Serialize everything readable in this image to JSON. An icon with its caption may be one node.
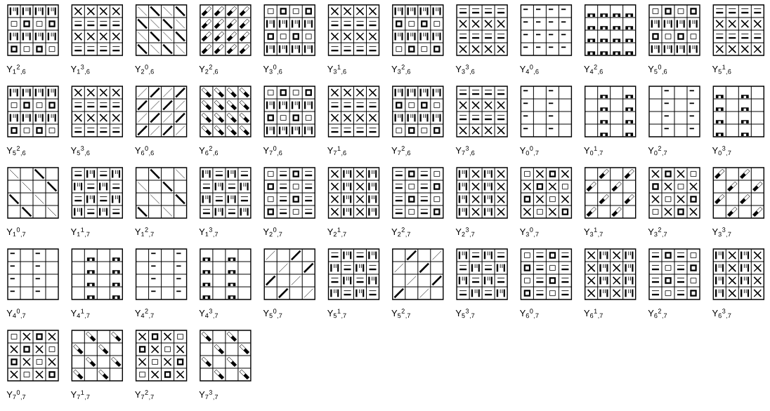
{
  "diagram": {
    "labels": [
      "Y$_{1}$$^{2}$$_{,6}$",
      "Y$_{1}$$^{3}$$_{,6}$",
      "Y$_{2}$$^{0}$$_{,6}$",
      "Y$_{2}$$^{2}$$_{,6}$",
      "Y$_{3}$$^{0}$$_{,6}$",
      "Y$_{3}$$^{1}$$_{,6}$",
      "Y$_{3}$$^{2}$$_{,6}$",
      "Y$_{3}$$^{3}$$_{,6}$",
      "Y$_{4}$$^{0}$$_{,6}$",
      "Y$_{4}$$^{2}$$_{,6}$",
      "Y$_{5}$$^{0}$$_{,6}$",
      "Y$_{5}$$^{1}$$_{,6}$",
      "Y$_{5}$$^{2}$$_{,6}$",
      "Y$_{5}$$^{3}$$_{,6}$",
      "Y$_{6}$$^{0}$$_{,6}$",
      "Y$_{6}$$^{2}$$_{,6}$",
      "Y$_{7}$$^{0}$$_{,6}$",
      "Y$_{7}$$^{1}$$_{,6}$",
      "Y$_{7}$$^{2}$$_{,6}$",
      "Y$_{7}$$^{3}$$_{,6}$",
      "Y$_{0}$$^{0}$$_{,7}$",
      "Y$_{0}$$^{1}$$_{,7}$",
      "Y$_{0}$$^{2}$$_{,7}$",
      "Y$_{0}$$^{3}$$_{,7}$",
      "Y$_{1}$$^{0}$$_{,7}$",
      "Y$_{1}$$^{1}$$_{,7}$",
      "Y$_{1}$$^{2}$$_{,7}$",
      "Y$_{1}$$^{3}$$_{,7}$",
      "Y$_{2}$$^{0}$$_{,7}$",
      "Y$_{2}$$^{1}$$_{,7}$",
      "Y$_{2}$$^{2}$$_{,7}$",
      "Y$_{2}$$^{3}$$_{,7}$",
      "Y$_{3}$$^{0}$$_{,7}$",
      "Y$_{3}$$^{1}$$_{,7}$",
      "Y$_{3}$$^{2}$$_{,7}$",
      "Y$_{3}$$^{3}$$_{,7}$",
      "Y$_{4}$$^{0}$$_{,7}$",
      "Y$_{4}$$^{1}$$_{,7}$",
      "Y$_{4}$$^{2}$$_{,7}$",
      "Y$_{4}$$^{3}$$_{,7}$",
      "Y$_{5}$$^{0}$$_{,7}$",
      "Y$_{5}$$^{1}$$_{,7}$",
      "Y$_{5}$$^{2}$$_{,7}$",
      "Y$_{5}$$^{3}$$_{,7}$",
      "Y$_{6}$$^{0}$$_{,7}$",
      "Y$_{6}$$^{1}$$_{,7}$",
      "Y$_{6}$$^{2}$$_{,7}$",
      "Y$_{6}$$^{3}$$_{,7}$",
      "Y$_{7}$$^{0}$$_{,7}$",
      "Y$_{7}$$^{1}$$_{,7}$",
      "Y$_{7}$$^{2}$$_{,7}$",
      "Y$_{7}$$^{3}$$_{,7}$"
    ]
  }
}
